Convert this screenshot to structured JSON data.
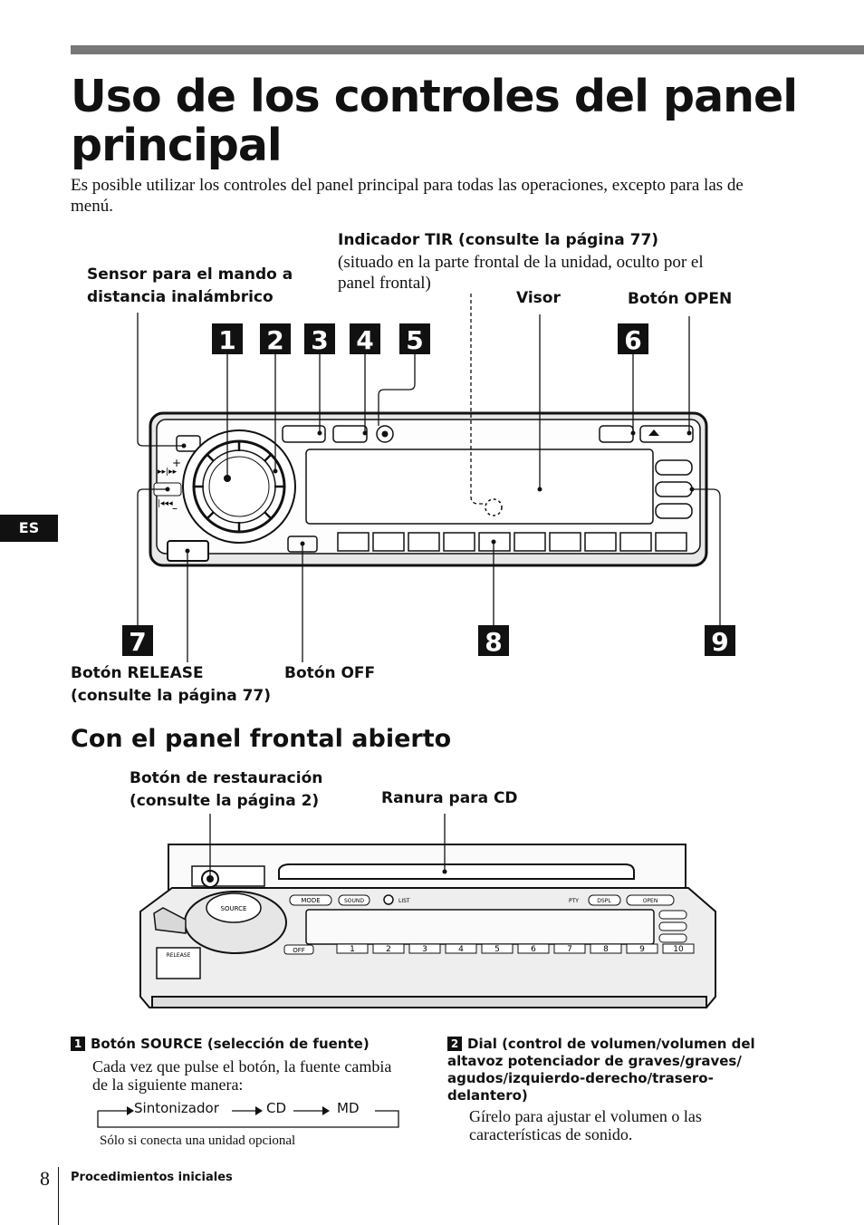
{
  "page": {
    "title": "Uso de los controles del panel principal",
    "intro": "Es posible utilizar los controles del panel principal para todas las operaciones, excepto para las de menú.",
    "lang_tab": "ES",
    "page_number": "8",
    "footer": "Procedimientos iniciales"
  },
  "diagram1": {
    "labels": {
      "tir_title": "Indicador TIR (consulte la página 77)",
      "tir_note": "(situado en la parte frontal de la unidad, oculto por el panel frontal)",
      "sensor": "Sensor para el mando a distancia inalámbrico",
      "visor": "Visor",
      "open": "Botón OPEN",
      "release": "Botón RELEASE (consulte la página 77)",
      "off": "Botón OFF"
    },
    "callouts": [
      "1",
      "2",
      "3",
      "4",
      "5",
      "6",
      "7",
      "8",
      "9"
    ],
    "dial_marks": [
      "+",
      "–"
    ]
  },
  "diagram2": {
    "subtitle": "Con el panel frontal abierto",
    "labels": {
      "reset": "Botón de restauración (consulte la página 2)",
      "slot": "Ranura para CD"
    },
    "buttons": {
      "source": "SOURCE",
      "mode": "MODE",
      "sound": "SOUND",
      "list": "LIST",
      "pty": "PTY",
      "dspl": "DSPL",
      "open": "OPEN",
      "off": "OFF",
      "release": "RELEASE"
    },
    "presets": [
      "1",
      "2",
      "3",
      "4",
      "5",
      "6",
      "7",
      "8",
      "9",
      "10"
    ]
  },
  "items": [
    {
      "number": "1",
      "title": "Botón SOURCE (selección de fuente)",
      "body": "Cada vez que pulse el botón, la fuente cambia de la siguiente manera:",
      "flow": [
        "Sintonizador",
        "CD",
        "MD"
      ],
      "footnote": "Sólo si conecta una unidad opcional"
    },
    {
      "number": "2",
      "title": "Dial (control de volumen/volumen del altavoz potenciador de graves/graves/ agudos/izquierdo-derecho/trasero-delantero)",
      "body": "Gírelo para ajustar el volumen o las características de sonido."
    }
  ]
}
